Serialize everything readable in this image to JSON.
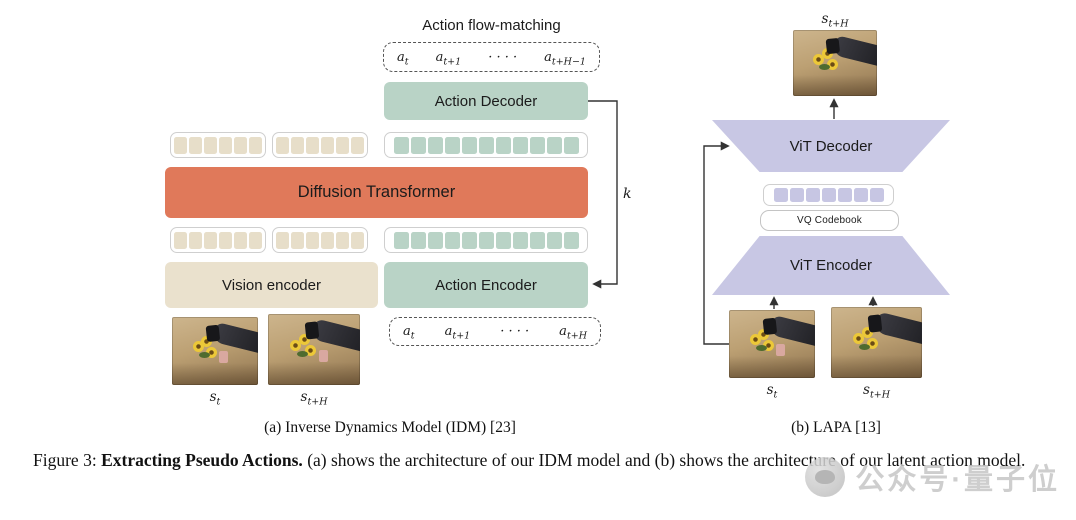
{
  "panel_a": {
    "flow_label": "Action flow-matching",
    "top_tokens": [
      {
        "base": "a",
        "sub": "t"
      },
      {
        "base": "a",
        "sub": "t+1"
      },
      {
        "base": "·  ·  ·  ·",
        "sub": ""
      },
      {
        "base": "a",
        "sub": "t+H−1"
      }
    ],
    "action_decoder_label": "Action Decoder",
    "diffusion_transformer_label": "Diffusion Transformer",
    "vision_encoder_label": "Vision encoder",
    "action_encoder_label": "Action Encoder",
    "bottom_tokens": [
      {
        "base": "a",
        "sub": "t"
      },
      {
        "base": "a",
        "sub": "t+1"
      },
      {
        "base": "·  ·  ·  ·",
        "sub": ""
      },
      {
        "base": "a",
        "sub": "t+H"
      }
    ],
    "k_label": "k",
    "state_labels": [
      {
        "base": "s",
        "sub": "t"
      },
      {
        "base": "s",
        "sub": "t+H"
      }
    ],
    "caption": "(a) Inverse Dynamics Model (IDM) [23]"
  },
  "panel_b": {
    "top_state_label": {
      "base": "s",
      "sub": "t+H"
    },
    "vit_decoder_label": "ViT Decoder",
    "vq_codebook_label": "VQ Codebook",
    "vit_encoder_label": "ViT Encoder",
    "state_labels": [
      {
        "base": "s",
        "sub": "t"
      },
      {
        "base": "s",
        "sub": "t+H"
      }
    ],
    "caption": "(b) LAPA [13]"
  },
  "figure_caption": {
    "prefix": "Figure 3: ",
    "bold": "Extracting Pseudo Actions.",
    "rest": " (a) shows the architecture of our IDM model and (b) shows the architecture of our latent action model."
  },
  "watermark": "公众号·量子位",
  "tokens": {
    "beige_count": 6,
    "green_count": 11,
    "purple_count": 7
  },
  "colors": {
    "diffusion_orange": "#e0795a",
    "action_green": "#b9d3c6",
    "vision_beige": "#eae1cd",
    "beige_token": "#e7dec9",
    "vit_purple": "#c8c7e4",
    "arrow": "#333333",
    "watermark_gray": "#c6c6c6"
  }
}
